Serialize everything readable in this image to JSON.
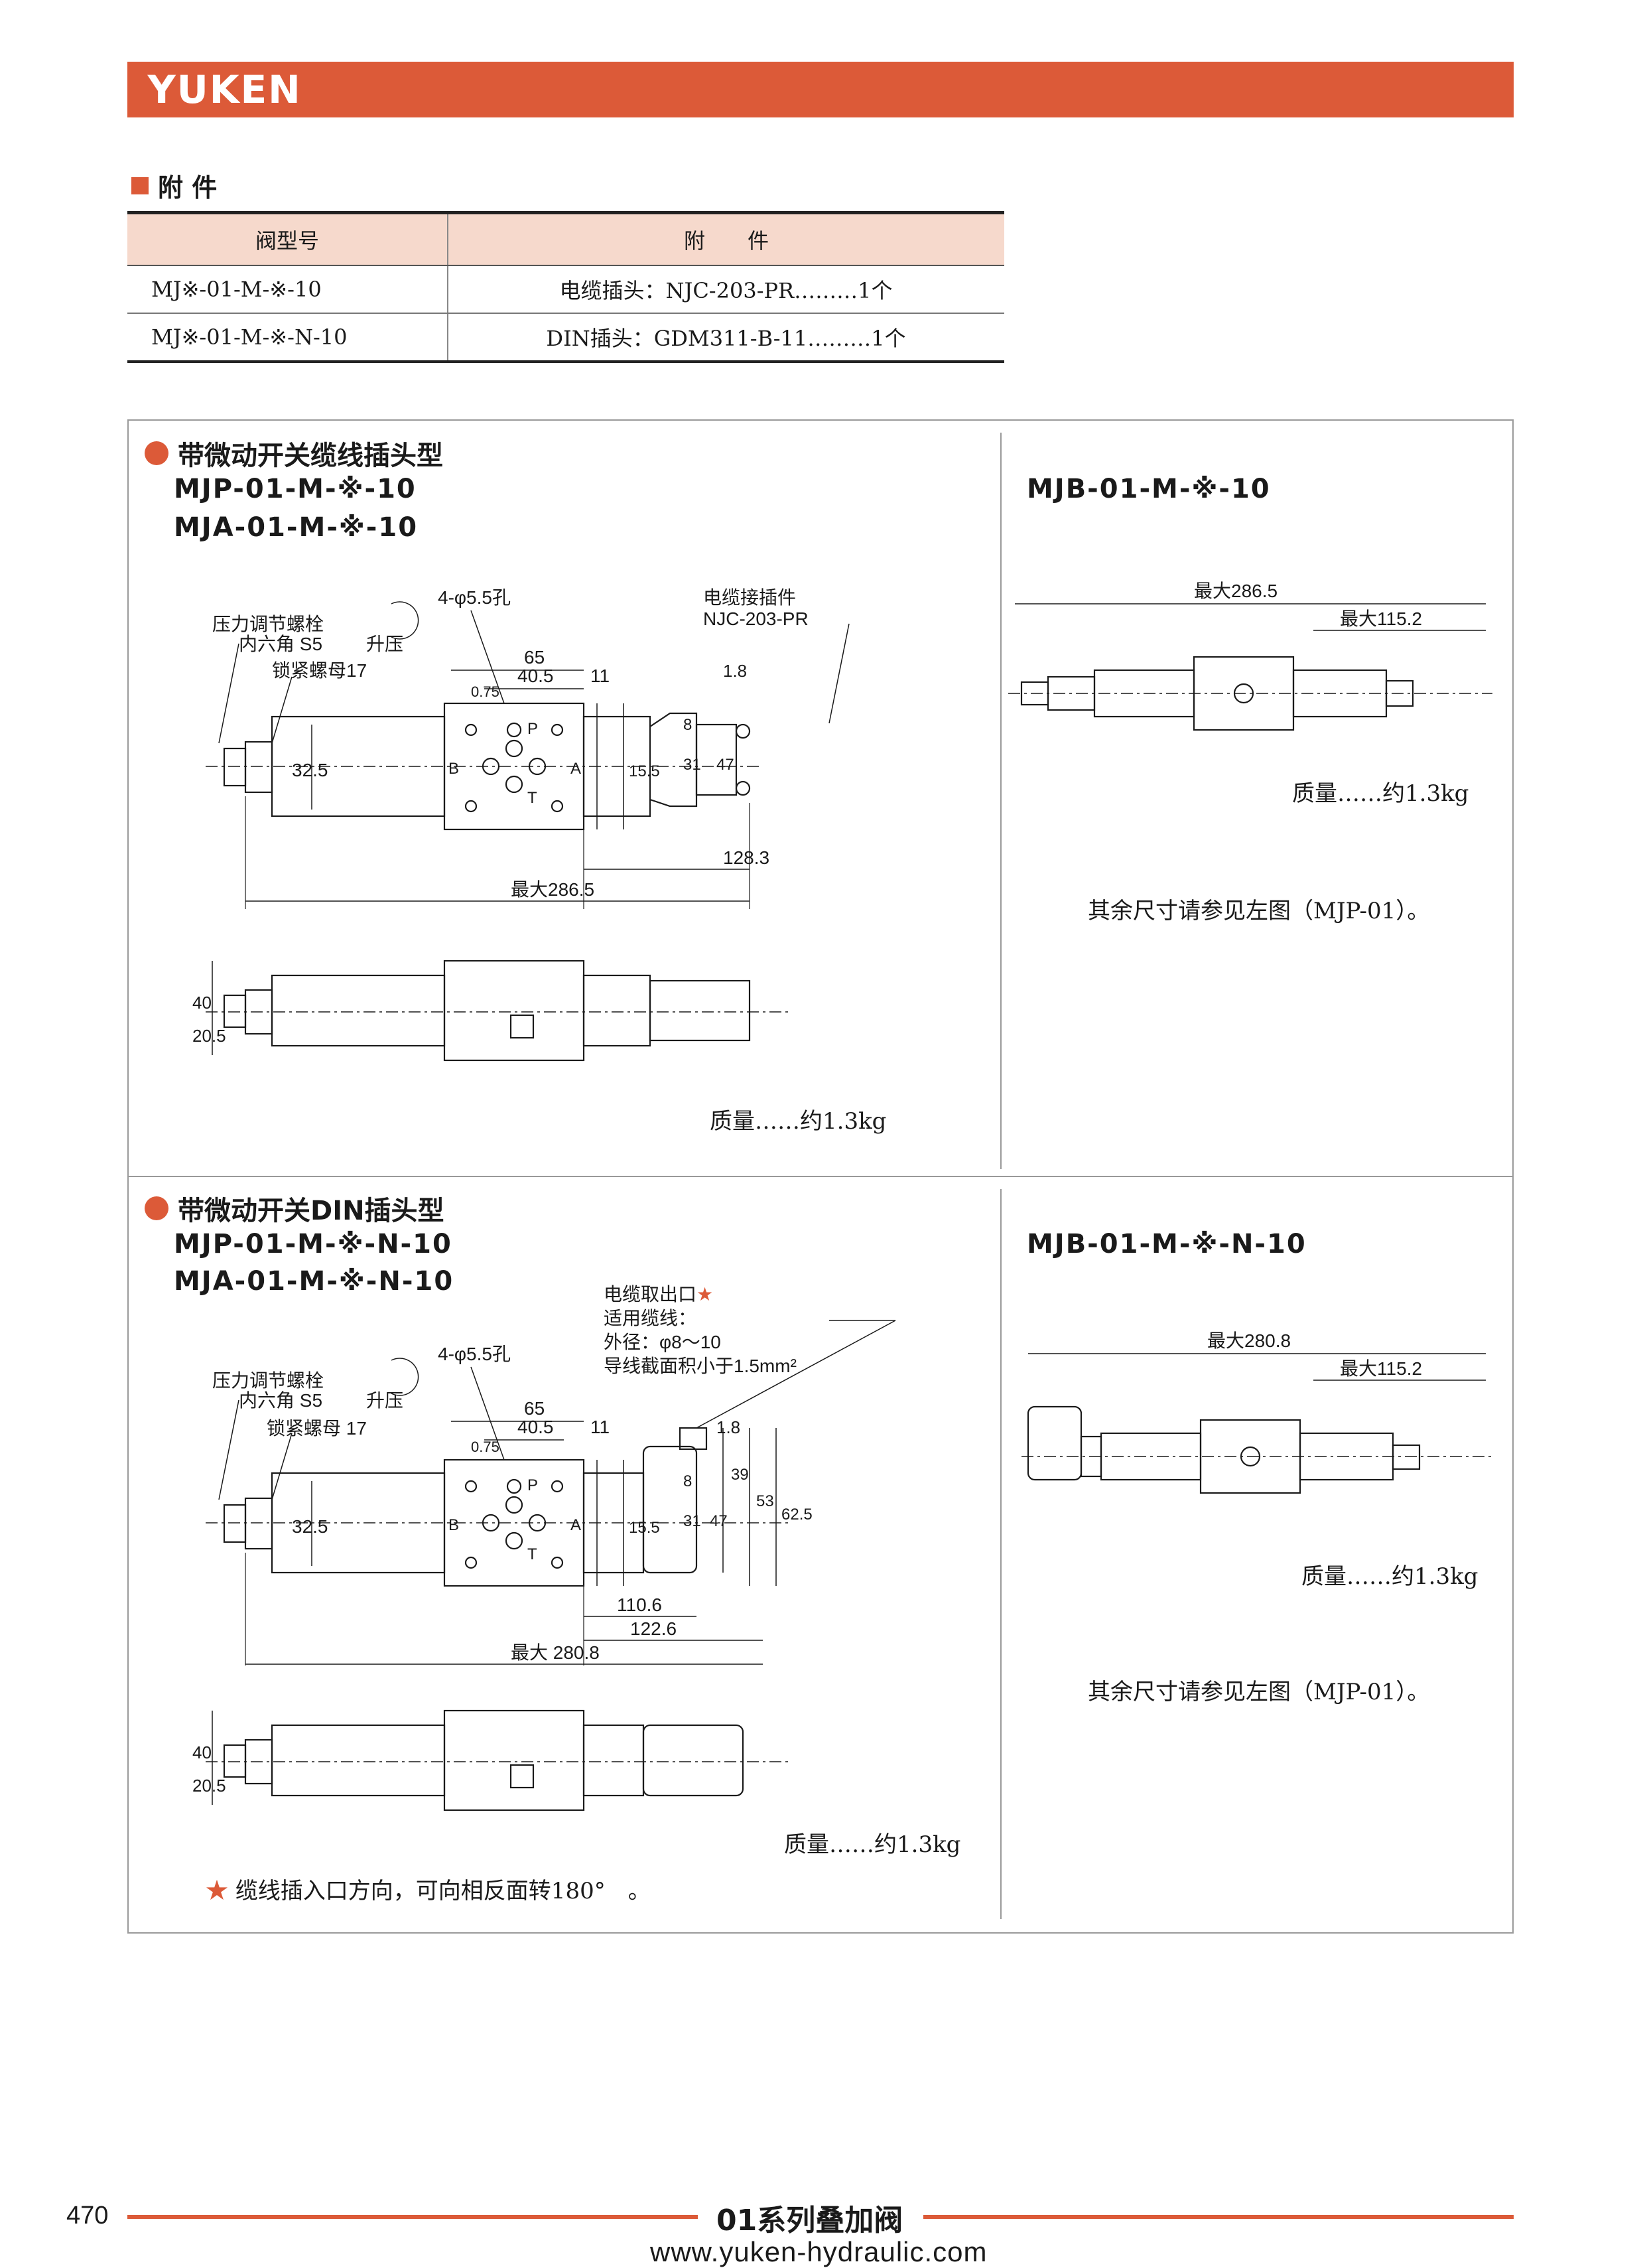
{
  "header": {
    "logo_text": "YUKEN",
    "brand_color": "#dc5a38"
  },
  "accessories": {
    "title": "附 件",
    "columns": [
      "阀型号",
      "附　　件"
    ],
    "rows": [
      [
        "MJ※-01-M-※-10",
        "电缆插头：NJC-203-PR………1个"
      ],
      [
        "MJ※-01-M-※-N-10",
        "DIN插头：GDM311-B-11………1个"
      ]
    ]
  },
  "block1": {
    "title": "带微动开关缆线插头型",
    "models": [
      "MJP-01-M-※-10",
      "MJA-01-M-※-10"
    ],
    "right_model": "MJB-01-M-※-10",
    "labels": {
      "pressure_bolt": "压力调节螺栓",
      "hex": "内六角 S5",
      "lock_nut": "锁紧螺母17",
      "raise": "升压",
      "holes": "4-φ5.5孔",
      "connector": "电缆接插件",
      "connector_model": "NJC-203-PR"
    },
    "dims": {
      "d65": "65",
      "d40_5": "40.5",
      "d11": "11",
      "d0_75": "0.75",
      "d1_8": "1.8",
      "d32_5": "32.5",
      "d15_5": "15.5",
      "d8": "8",
      "d31": "31",
      "d47": "47",
      "d128_3": "128.3",
      "max_front": "最大286.5",
      "d40": "40",
      "d20_5": "20.5",
      "max_right": "最大286.5",
      "max_right2": "最大115.2"
    },
    "ports": {
      "p": "P",
      "a": "A",
      "b": "B",
      "t": "T"
    },
    "mass_left": "质量……约1.3kg",
    "mass_right": "质量……约1.3kg",
    "other_dims": "其余尺寸请参见左图（MJP-01）。"
  },
  "block2": {
    "title": "带微动开关DIN插头型",
    "models": [
      "MJP-01-M-※-N-10",
      "MJA-01-M-※-N-10"
    ],
    "right_model": "MJB-01-M-※-N-10",
    "labels": {
      "pressure_bolt": "压力调节螺栓",
      "hex": "内六角 S5",
      "lock_nut": "锁紧螺母 17",
      "raise": "升压",
      "holes": "4-φ5.5孔",
      "cable_outlet": "电缆取出口",
      "cable_spec": "适用缆线：",
      "cable_od": "外径：φ8～10",
      "cable_cs": "导线截面积小于1.5mm²"
    },
    "dims": {
      "d65": "65",
      "d40_5": "40.5",
      "d11": "11",
      "d0_75": "0.75",
      "d1_8": "1.8",
      "d32_5": "32.5",
      "d15_5": "15.5",
      "d8": "8",
      "d31": "31",
      "d47": "47",
      "d39": "39",
      "d53": "53",
      "d62_5": "62.5",
      "d110_6": "110.6",
      "d122_6": "122.6",
      "max_front": "最大 280.8",
      "d40": "40",
      "d20_5": "20.5",
      "max_right": "最大280.8",
      "max_right2": "最大115.2"
    },
    "ports": {
      "p": "P",
      "a": "A",
      "b": "B",
      "t": "T"
    },
    "mass_left": "质量……约1.3kg",
    "mass_right": "质量……约1.3kg",
    "other_dims": "其余尺寸请参见左图（MJP-01）。",
    "footnote_star": "★",
    "footnote": "缆线插入口方向，可向相反面转180°　。"
  },
  "footer": {
    "page": "470",
    "title": "01系列叠加阀",
    "url": "www.yuken-hydraulic.com"
  }
}
